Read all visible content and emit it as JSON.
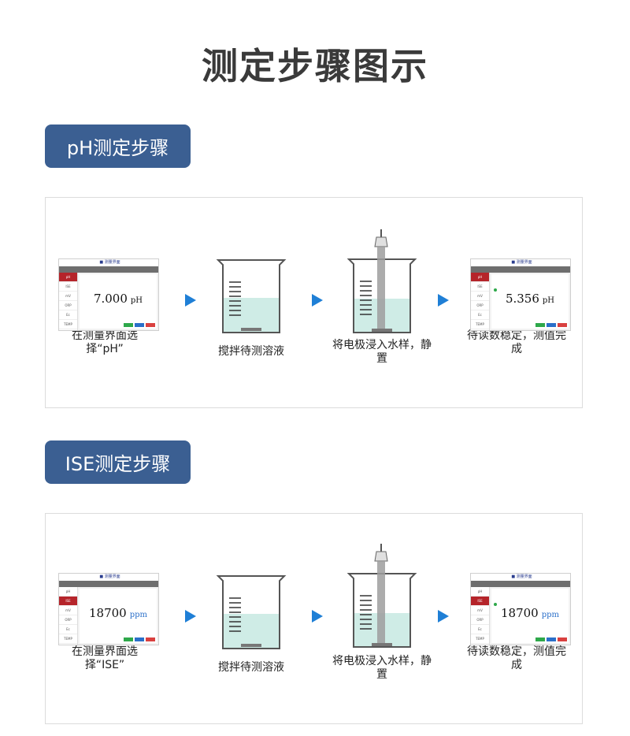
{
  "title": "测定步骤图示",
  "sections": [
    {
      "badge": "pH测定步骤",
      "steps": [
        {
          "caption": "在测量界面选择“pH”",
          "screen_value": "7.000",
          "screen_unit": "pH",
          "active_tab": "pH"
        },
        {
          "caption": "搅拌待测溶液"
        },
        {
          "caption": "将电极浸入水样，静置"
        },
        {
          "caption": "待读数稳定，测值完成",
          "screen_value": "5.356",
          "screen_unit": "pH",
          "active_tab": "pH"
        }
      ]
    },
    {
      "badge": "ISE测定步骤",
      "steps": [
        {
          "caption": "在测量界面选择“ISE”",
          "screen_value": "18700",
          "screen_unit": "ppm",
          "active_tab": "ISE"
        },
        {
          "caption": "搅拌待测溶液"
        },
        {
          "caption": "将电极浸入水样，静置"
        },
        {
          "caption": "待读数稳定，测值完成",
          "screen_value": "18700",
          "screen_unit": "ppm",
          "active_tab": "ISE"
        }
      ]
    }
  ],
  "screen_tabs_ph": [
    "pH",
    "ISE",
    "mV",
    "ORP",
    "Ec",
    "TEMP"
  ],
  "screen_tabs_ise": [
    "pH",
    "ISE",
    "mV",
    "ORP",
    "Ec",
    "TEMP"
  ],
  "colors": {
    "badge": "#3b5f92",
    "arrow": "#1f7fd6",
    "liquid": "#cfece6",
    "active_tab": "#b5242a"
  }
}
